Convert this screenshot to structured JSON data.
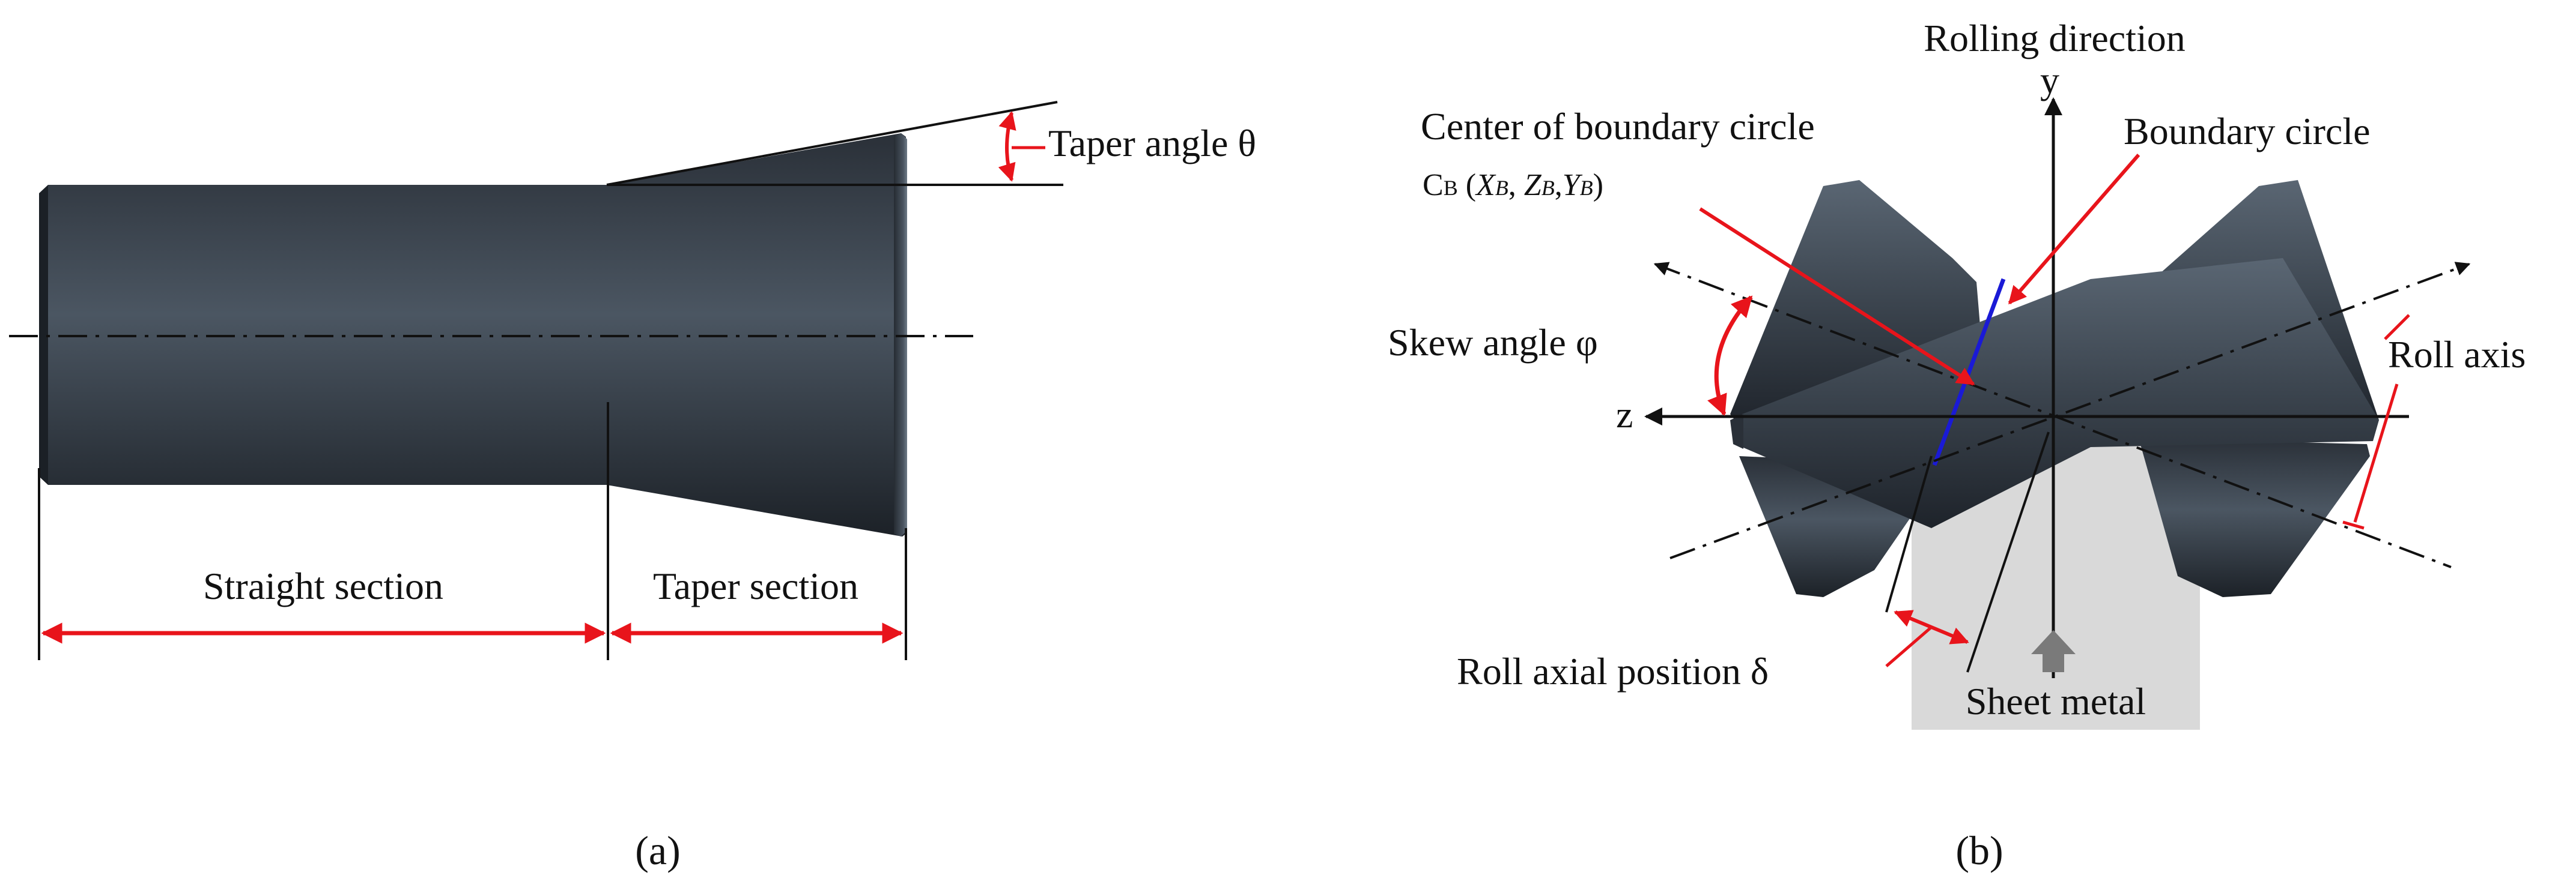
{
  "panel_a": {
    "taper_angle_label": "Taper angle θ",
    "straight_section_label": "Straight section",
    "taper_section_label": "Taper section",
    "caption": "(a)"
  },
  "panel_b": {
    "rolling_direction_label": "Rolling direction",
    "y_axis_label": "y",
    "z_axis_label": "z",
    "center_label": "Center of boundary circle",
    "center_coords": {
      "c": "C",
      "b": "B",
      "open": " (",
      "xb": "X",
      "sep1": ", ",
      "zb": "Z",
      "sep2": ",",
      "yb": "Y",
      "close": ")",
      "sub": "B"
    },
    "boundary_circle_label": "Boundary circle",
    "skew_angle_label": "Skew angle φ",
    "roll_axis_label": "Roll axis",
    "roll_axial_position_label": "Roll axial position δ",
    "sheet_metal_label": "Sheet metal",
    "caption": "(b)"
  },
  "colors": {
    "roll_dark": "#1f252d",
    "roll_mid": "#47525e",
    "roll_light": "#7b8794",
    "annotation_red": "#e8141b",
    "boundary_blue": "#1a1ad6",
    "sheet_gray": "#d9d9d9",
    "arrow_gray": "#7a7a7a"
  }
}
